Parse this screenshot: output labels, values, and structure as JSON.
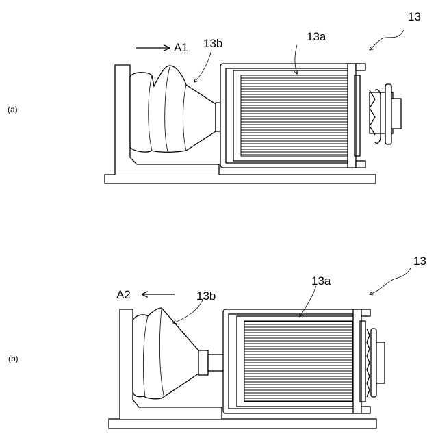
{
  "figure_a": {
    "panel_label": "(a)",
    "unit_label": "13",
    "coil_label": "13a",
    "cone_label": "13b",
    "direction_label": "A1"
  },
  "figure_b": {
    "panel_label": "(b)",
    "unit_label": "13",
    "coil_label": "13a",
    "cone_label": "13b",
    "direction_label": "A2"
  }
}
